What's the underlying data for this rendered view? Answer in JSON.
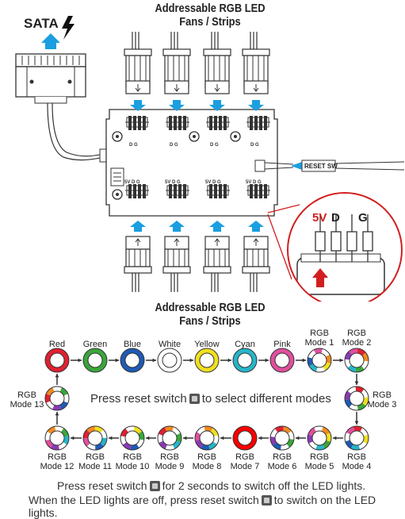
{
  "header": {
    "title_line1": "Addressable RGB LED",
    "title_line2": "Fans / Strips"
  },
  "footer_title": {
    "line1": "Addressable RGB LED",
    "line2": "Fans / Strips"
  },
  "sata_label": "SATA",
  "reset_switch_label": "RESET SW",
  "pin_labels": {
    "five_v": "5V",
    "d": "D",
    "g": "G",
    "small": [
      "5V D G",
      "D G",
      "5V D G"
    ]
  },
  "inset": {
    "five_v": "5V",
    "d": "D",
    "g": "G",
    "five_v_color": "#d21f1f"
  },
  "modes": [
    {
      "label": "Red",
      "color": "#e02030"
    },
    {
      "label": "Green",
      "color": "#3aa63a"
    },
    {
      "label": "Blue",
      "color": "#1e5bb5"
    },
    {
      "label": "White",
      "color": "#ffffff"
    },
    {
      "label": "Yellow",
      "color": "#f0e020"
    },
    {
      "label": "Cyan",
      "color": "#26b5c9"
    },
    {
      "label": "Pink",
      "color": "#e04f9d"
    },
    {
      "label": "RGB Mode 1",
      "color": "rainbow"
    },
    {
      "label": "RGB Mode 2",
      "color": "rainbow"
    },
    {
      "label": "RGB Mode 3",
      "color": "rainbow"
    },
    {
      "label": "RGB Mode 4",
      "color": "rainbow"
    },
    {
      "label": "RGB Mode 5",
      "color": "rainbow"
    },
    {
      "label": "RGB Mode 6",
      "color": "rainbow"
    },
    {
      "label": "RGB Mode 7",
      "color": "red"
    },
    {
      "label": "RGB Mode 8",
      "color": "rainbow"
    },
    {
      "label": "RGB Mode 9",
      "color": "rainbow"
    },
    {
      "label": "RGB Mode 10",
      "color": "rainbow"
    },
    {
      "label": "RGB Mode 11",
      "color": "rainbow"
    },
    {
      "label": "RGB Mode 12",
      "color": "rainbow"
    },
    {
      "label": "RGB Mode 13",
      "color": "rainbow"
    }
  ],
  "center_text": {
    "before": "Press reset switch",
    "after": "to select different modes"
  },
  "instructions": {
    "line1_before": "Press reset switch",
    "line1_after": "for 2 seconds  to switch off the LED lights.",
    "line2_before": "When the LED lights are off, press reset switch",
    "line2_after": "to switch on the LED lights."
  },
  "colors": {
    "arrow_blue": "#1a9fe0",
    "arrow_red": "#d21f1f",
    "inset_border": "#d21f1f"
  }
}
